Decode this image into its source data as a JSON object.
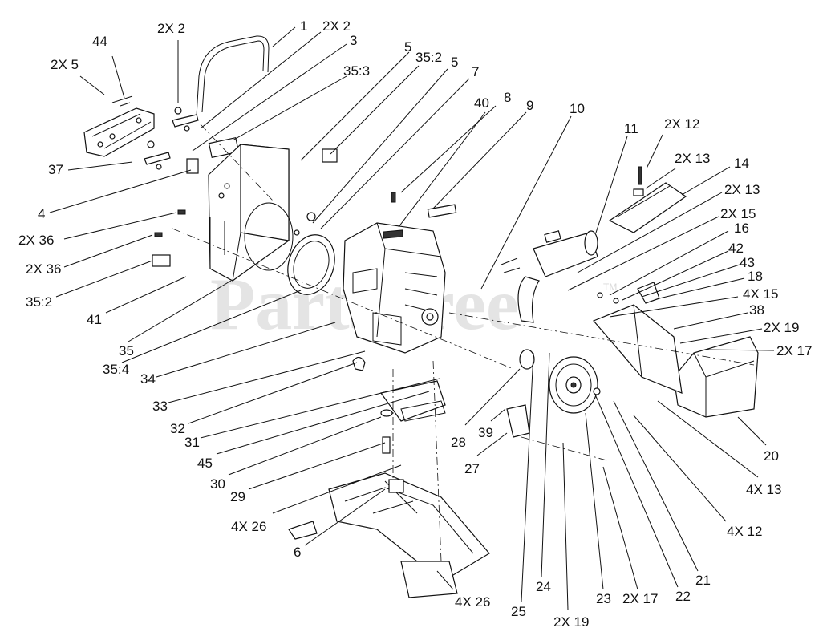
{
  "watermark": {
    "text": "PartsTree",
    "trademark": "TM"
  },
  "callouts": [
    {
      "id": "c1",
      "label": "1"
    },
    {
      "id": "c2",
      "label": "2X 2"
    },
    {
      "id": "c3",
      "label": "3"
    },
    {
      "id": "c4",
      "label": "2X 2"
    },
    {
      "id": "c5",
      "label": "44"
    },
    {
      "id": "c6",
      "label": "2X 5"
    },
    {
      "id": "c7",
      "label": "35:3"
    },
    {
      "id": "c8",
      "label": "5"
    },
    {
      "id": "c9",
      "label": "35:2"
    },
    {
      "id": "c10",
      "label": "5"
    },
    {
      "id": "c11",
      "label": "7"
    },
    {
      "id": "c12",
      "label": "8"
    },
    {
      "id": "c13",
      "label": "40"
    },
    {
      "id": "c14",
      "label": "9"
    },
    {
      "id": "c15",
      "label": "10"
    },
    {
      "id": "c16",
      "label": "11"
    },
    {
      "id": "c17",
      "label": "2X 12"
    },
    {
      "id": "c18",
      "label": "2X 13"
    },
    {
      "id": "c19",
      "label": "14"
    },
    {
      "id": "c20",
      "label": "2X 13"
    },
    {
      "id": "c21",
      "label": "2X 15"
    },
    {
      "id": "c22",
      "label": "16"
    },
    {
      "id": "c23",
      "label": "42"
    },
    {
      "id": "c24",
      "label": "43"
    },
    {
      "id": "c25",
      "label": "18"
    },
    {
      "id": "c26",
      "label": "4X 15"
    },
    {
      "id": "c27",
      "label": "38"
    },
    {
      "id": "c28",
      "label": "2X 19"
    },
    {
      "id": "c29",
      "label": "2X 17"
    },
    {
      "id": "c30",
      "label": "37"
    },
    {
      "id": "c31",
      "label": "4"
    },
    {
      "id": "c32",
      "label": "2X 36"
    },
    {
      "id": "c33",
      "label": "2X 36"
    },
    {
      "id": "c34",
      "label": "35:2"
    },
    {
      "id": "c35",
      "label": "41"
    },
    {
      "id": "c36",
      "label": "35"
    },
    {
      "id": "c37",
      "label": "35:4"
    },
    {
      "id": "c38",
      "label": "34"
    },
    {
      "id": "c39",
      "label": "33"
    },
    {
      "id": "c40",
      "label": "32"
    },
    {
      "id": "c41",
      "label": "31"
    },
    {
      "id": "c42",
      "label": "45"
    },
    {
      "id": "c43",
      "label": "30"
    },
    {
      "id": "c44",
      "label": "29"
    },
    {
      "id": "c45",
      "label": "4X 26"
    },
    {
      "id": "c46",
      "label": "6"
    },
    {
      "id": "c47",
      "label": "4X 26"
    },
    {
      "id": "c48",
      "label": "28"
    },
    {
      "id": "c49",
      "label": "39"
    },
    {
      "id": "c50",
      "label": "27"
    },
    {
      "id": "c51",
      "label": "25"
    },
    {
      "id": "c52",
      "label": "24"
    },
    {
      "id": "c53",
      "label": "2X 19"
    },
    {
      "id": "c54",
      "label": "23"
    },
    {
      "id": "c55",
      "label": "2X 17"
    },
    {
      "id": "c56",
      "label": "22"
    },
    {
      "id": "c57",
      "label": "21"
    },
    {
      "id": "c58",
      "label": "4X 12"
    },
    {
      "id": "c59",
      "label": "4X 13"
    },
    {
      "id": "c60",
      "label": "20"
    }
  ]
}
